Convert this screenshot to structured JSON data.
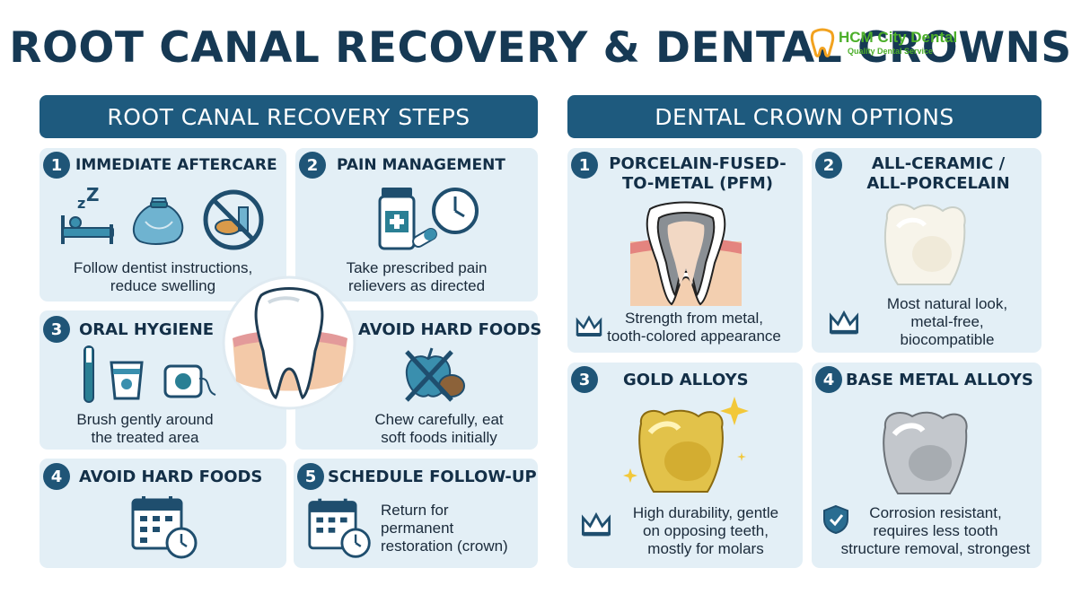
{
  "title": "ROOT CANAL RECOVERY & DENTAL CROWNS",
  "logo": {
    "name": "HCM City Dental",
    "tagline": "Quality Dental Service"
  },
  "left_section": {
    "heading": "ROOT CANAL RECOVERY STEPS",
    "steps": [
      {
        "num": "1",
        "title": "IMMEDIATE AFTERCARE",
        "desc1": "Follow dentist instructions,",
        "desc2": "reduce swelling"
      },
      {
        "num": "2",
        "title": "PAIN MANAGEMENT",
        "desc1": "Take prescribed pain",
        "desc2": "relievers as directed"
      },
      {
        "num": "3",
        "title": "ORAL HYGIENE",
        "desc1": "Brush gently around",
        "desc2": "the treated area"
      },
      {
        "num": "",
        "title": "AVOID HARD FOODS",
        "desc1": "Chew carefully, eat",
        "desc2": "soft foods initially"
      },
      {
        "num": "4",
        "title": "AVOID HARD FOODS"
      },
      {
        "num": "5",
        "title": "SCHEDULE FOLLOW-UP",
        "desc1": "Return for",
        "desc2": "permanent",
        "desc3": "restoration (crown)"
      }
    ]
  },
  "right_section": {
    "heading": "DENTAL CROWN OPTIONS",
    "options": [
      {
        "num": "1",
        "title1": "PORCELAIN-FUSED-",
        "title2": "TO-METAL (PFM)",
        "desc1": "Strength from metal,",
        "desc2": "tooth-colored appearance"
      },
      {
        "num": "2",
        "title1": "ALL-CERAMIC /",
        "title2": "ALL-PORCELAIN",
        "desc1": "Most natural look,",
        "desc2": "metal-free,",
        "desc3": "biocompatible"
      },
      {
        "num": "3",
        "title1": "GOLD ALLOYS",
        "desc1": "High durability, gentle",
        "desc2": "on opposing teeth,",
        "desc3": "mostly for molars"
      },
      {
        "num": "4",
        "title1": "BASE METAL ALLOYS",
        "desc1": "Corrosion resistant,",
        "desc2": "requires less tooth",
        "desc3": "structure removal, strongest"
      }
    ]
  },
  "colors": {
    "navy": "#1e5a7e",
    "card": "#e3eff6",
    "title": "#163954",
    "teal": "#2a7f94",
    "logo_green": "#4caf2a"
  }
}
